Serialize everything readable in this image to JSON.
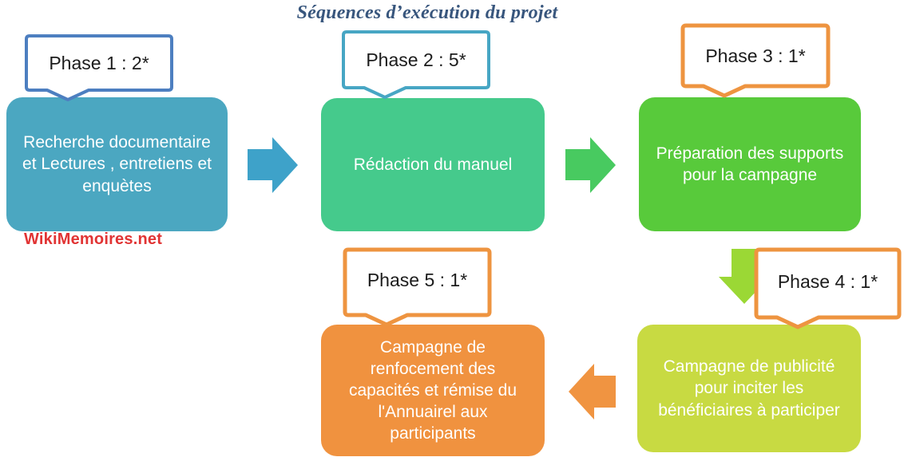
{
  "title": {
    "text": "Séquences d’exécution du projet",
    "color": "#38567d"
  },
  "watermark": {
    "text": "WikiMemoires.net",
    "color": "#e13434"
  },
  "phases": [
    {
      "callout": {
        "label": "Phase 1 : 2*",
        "border_color": "#4d7fc0"
      },
      "box": {
        "text": "Recherche documentaire et Lectures , entretiens et enquètes",
        "color": "#4ba7c1",
        "text_color": "#ffffff"
      }
    },
    {
      "callout": {
        "label": "Phase 2 : 5*",
        "border_color": "#47a6c4"
      },
      "box": {
        "text": "Rédaction du manuel",
        "color": "#45ca8c",
        "text_color": "#ffffff"
      }
    },
    {
      "callout": {
        "label": "Phase 3 : 1*",
        "border_color": "#ee9440"
      },
      "box": {
        "text": "Préparation des supports pour la campagne",
        "color": "#58ca3b",
        "text_color": "#ffffff"
      }
    },
    {
      "callout": {
        "label": "Phase 4 : 1*",
        "border_color": "#ee9440"
      },
      "box": {
        "text": "Campagne de publicité pour inciter les bénéficiaires à participer",
        "color": "#c8da42",
        "text_color": "#ffffff"
      }
    },
    {
      "callout": {
        "label": "Phase 5 : 1*",
        "border_color": "#ee9440"
      },
      "box": {
        "text": "Campagne de renfocement des capacités et rémise du l'Annuairel aux participants",
        "color": "#f0923f",
        "text_color": "#ffffff"
      }
    }
  ],
  "arrows": [
    {
      "name": "arrow-phase1-to-phase2",
      "direction": "right",
      "color": "#3ea2c9"
    },
    {
      "name": "arrow-phase2-to-phase3",
      "direction": "right",
      "color": "#48ca60"
    },
    {
      "name": "arrow-phase3-to-phase4",
      "direction": "down",
      "color": "#9bd835"
    },
    {
      "name": "arrow-phase4-to-phase5",
      "direction": "left",
      "color": "#f09441"
    }
  ]
}
